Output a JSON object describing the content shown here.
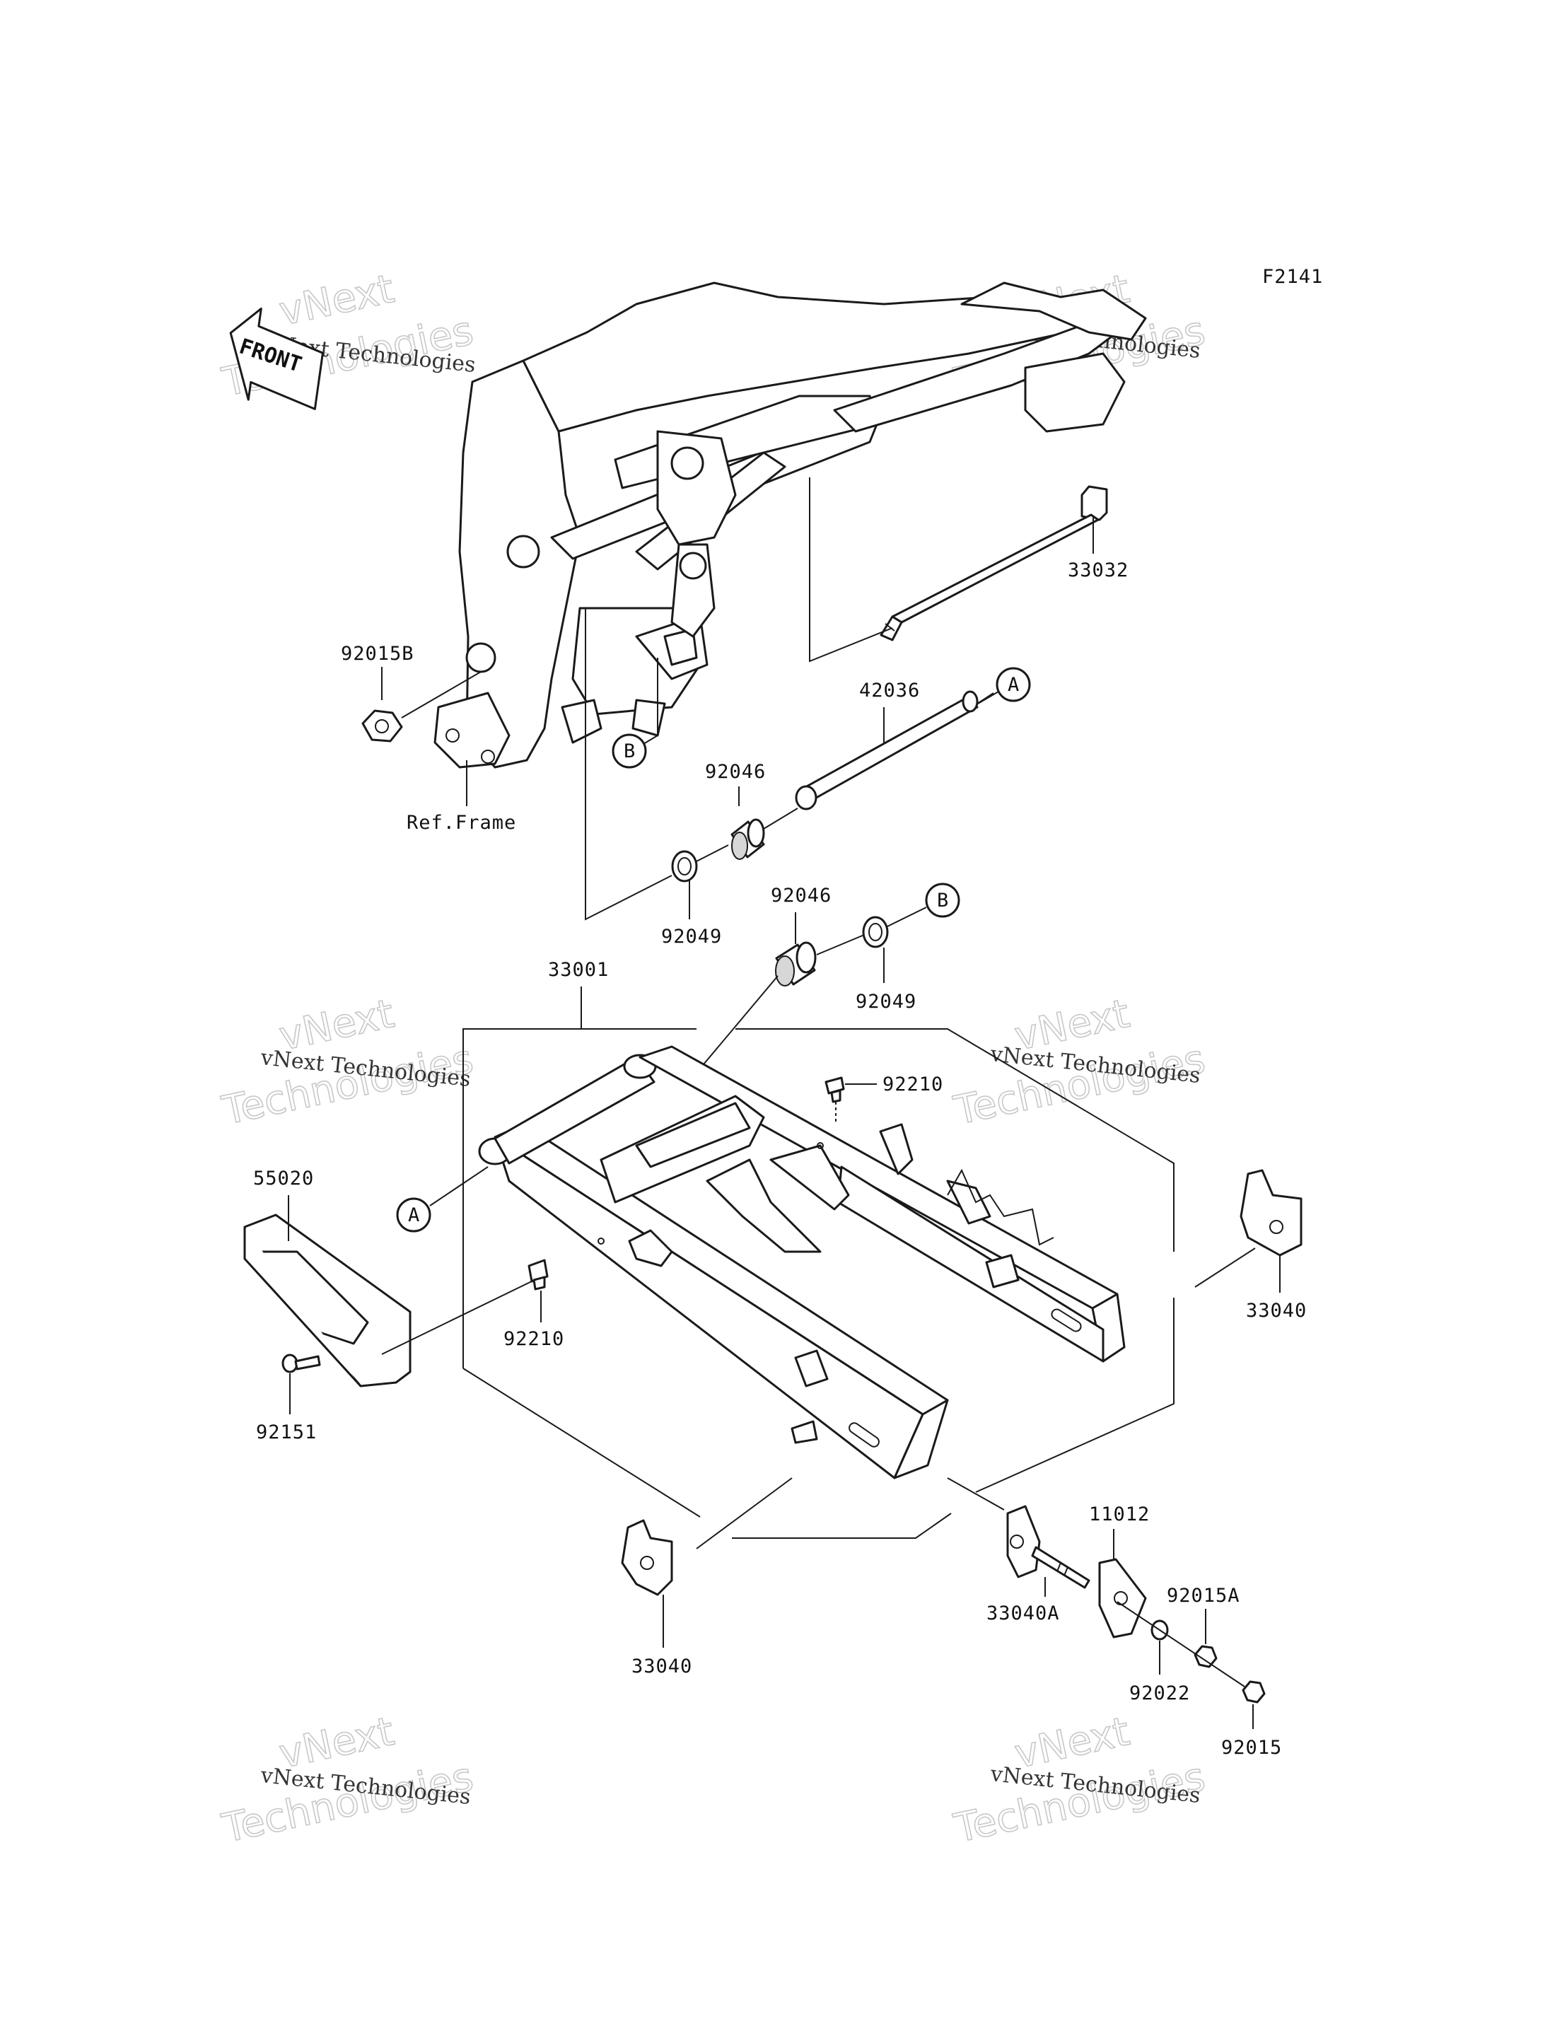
{
  "diagram_code": "F2141",
  "front_label": "FRONT",
  "ref_frame_label": "Ref.Frame",
  "watermark": {
    "brand": "vNext Technologies",
    "line1": "vNext",
    "line2": "Technologies"
  },
  "callouts": {
    "circle_a": "A",
    "circle_b": "B"
  },
  "parts": {
    "p33032": "33032",
    "p92015B": "92015B",
    "p42036": "42036",
    "p92046_upper": "92046",
    "p92049_upper": "92049",
    "p92046_lower": "92046",
    "p92049_lower": "92049",
    "p33001": "33001",
    "p92210_top": "92210",
    "p55020": "55020",
    "p92210_side": "92210",
    "p92151": "92151",
    "p33040_right": "33040",
    "p11012": "11012",
    "p92015A": "92015A",
    "p33040A": "33040A",
    "p92022": "92022",
    "p92015": "92015",
    "p33040_bottom": "33040"
  }
}
